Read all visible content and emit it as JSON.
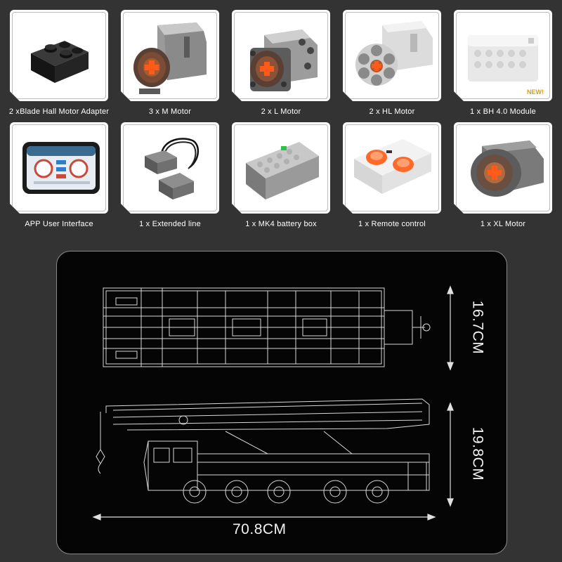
{
  "components": [
    {
      "label": "2 xBlade Hall Motor Adapter",
      "icon": "hall-motor-adapter-icon"
    },
    {
      "label": "3 x M Motor",
      "icon": "m-motor-icon"
    },
    {
      "label": "2 x L Motor",
      "icon": "l-motor-icon"
    },
    {
      "label": "2 x HL  Motor",
      "icon": "hl-motor-icon"
    },
    {
      "label": "1 x BH 4.0 Module",
      "icon": "bh-module-icon",
      "badge": "NEW!"
    },
    {
      "label": "APP  User Interface",
      "icon": "phone-app-icon"
    },
    {
      "label": "1 x Extended line",
      "icon": "extended-line-icon"
    },
    {
      "label": "1 x MK4 battery box",
      "icon": "battery-box-icon"
    },
    {
      "label": "1 x Remote control",
      "icon": "remote-control-icon"
    },
    {
      "label": "1 x XL Motor",
      "icon": "xl-motor-icon"
    }
  ],
  "dimensions": {
    "top_height": "16.7CM",
    "side_height": "19.8CM",
    "length": "70.8CM"
  },
  "colors": {
    "background": "#333333",
    "card": "#ffffff",
    "panel": "#050505",
    "motor_accent": "#ff5a1a",
    "badge": "#e0a000"
  }
}
